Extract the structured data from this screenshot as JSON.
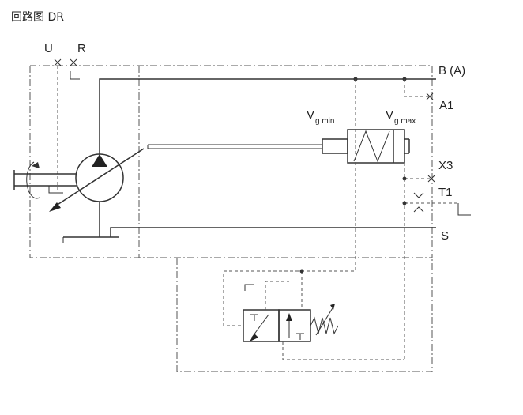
{
  "title": "回路图 DR",
  "ports": {
    "U": "U",
    "R": "R",
    "B": "B (A)",
    "A1": "A1",
    "X3": "X3",
    "T1": "T1",
    "S": "S"
  },
  "labels": {
    "vg_min_main": "V",
    "vg_min_sub": "g min",
    "vg_max_main": "V",
    "vg_max_sub": "g max"
  },
  "icons": {
    "pump": "variable-displacement-pump-icon",
    "servo": "servo-cylinder-icon",
    "valve": "control-valve-icon",
    "spring": "spring-icon"
  }
}
